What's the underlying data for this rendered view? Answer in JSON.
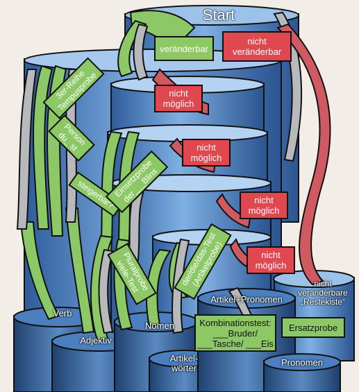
{
  "start": "Start",
  "signs": {
    "veraenderbar": "veränderbar",
    "nicht_veraenderbar": "nicht\nveränderbar",
    "nicht_moeglich_1": "nicht\nmöglich",
    "nicht_moeglich_2": "nicht\nmöglich",
    "nicht_moeglich_3": "nicht\nmöglich",
    "nicht_moeglich_4": "nicht\nmöglich",
    "tempusprobe": "3er-Reihe\nTempusprobe",
    "person": "Person\ndu_ st",
    "steigerbar": "steigerbar?",
    "einsetzprobe": "Einsetzprobe\nder___Blins",
    "pluralprobe": "Pluralprobe\nviele-Test",
    "artikelprobe": "der/die/das-Test\n(Artikelprobe)",
    "kombinationstest": "Kombinationstest:\n___Bruder/\n___Tasche/ ___Eis",
    "ersatzprobe": "Ersatzprobe"
  },
  "bins": {
    "verb": "Verb",
    "adjektiv": "Adjektiv",
    "nomen": "Nomen",
    "artikelwoerter": "Artikel-\nwörter",
    "artikel_pronomen": "Artikel+Pronomen",
    "pronomen": "Pronomen",
    "restekiste": "nicht\nveränderbare\n„Restekiste“"
  },
  "colors": {
    "green": "#8dc866",
    "red": "#e0474f",
    "cylinder_blue": "#5f8fc8",
    "dark_blue": "#2a4f8a"
  }
}
